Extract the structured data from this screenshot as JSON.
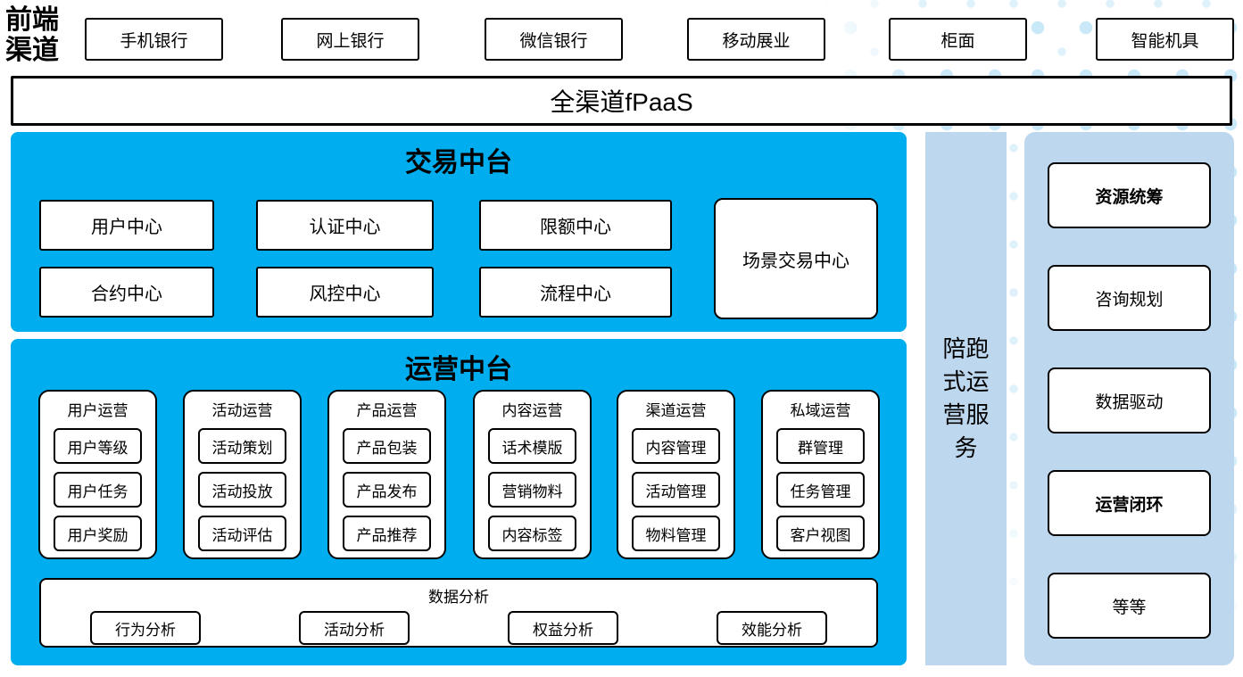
{
  "colors": {
    "platform_blue": "#00AEEF",
    "light_blue": "#BDD7EE",
    "dot_blue": "#C9E8F8",
    "box_border": "#000000",
    "box_fill": "#FFFFFF"
  },
  "front_channels": {
    "label": "前端渠道",
    "items": [
      "手机银行",
      "网上银行",
      "微信银行",
      "移动展业",
      "柜面",
      "智能机具"
    ]
  },
  "fpaas_bar": {
    "label": "全渠道fPaaS"
  },
  "trading_platform": {
    "title": "交易中台",
    "centers": [
      "用户中心",
      "认证中心",
      "限额中心",
      "合约中心",
      "风控中心",
      "流程中心"
    ],
    "scene_center": "场景交易中心"
  },
  "operation_platform": {
    "title": "运营中台",
    "columns": [
      {
        "title": "用户运营",
        "items": [
          "用户等级",
          "用户任务",
          "用户奖励"
        ]
      },
      {
        "title": "活动运营",
        "items": [
          "活动策划",
          "活动投放",
          "活动评估"
        ]
      },
      {
        "title": "产品运营",
        "items": [
          "产品包装",
          "产品发布",
          "产品推荐"
        ]
      },
      {
        "title": "内容运营",
        "items": [
          "话术模版",
          "营销物料",
          "内容标签"
        ]
      },
      {
        "title": "渠道运营",
        "items": [
          "内容管理",
          "活动管理",
          "物料管理"
        ]
      },
      {
        "title": "私域运营",
        "items": [
          "群管理",
          "任务管理",
          "客户视图"
        ]
      }
    ],
    "data_analysis": {
      "title": "数据分析",
      "items": [
        "行为分析",
        "活动分析",
        "权益分析",
        "效能分析"
      ]
    }
  },
  "side_bar": {
    "label": "陪跑式运营服务"
  },
  "right_panel": {
    "items": [
      {
        "label": "资源统筹"
      },
      {
        "label": "咨询规划"
      },
      {
        "label": "数据驱动"
      },
      {
        "label": "运营闭环"
      },
      {
        "label": "等等"
      }
    ]
  }
}
